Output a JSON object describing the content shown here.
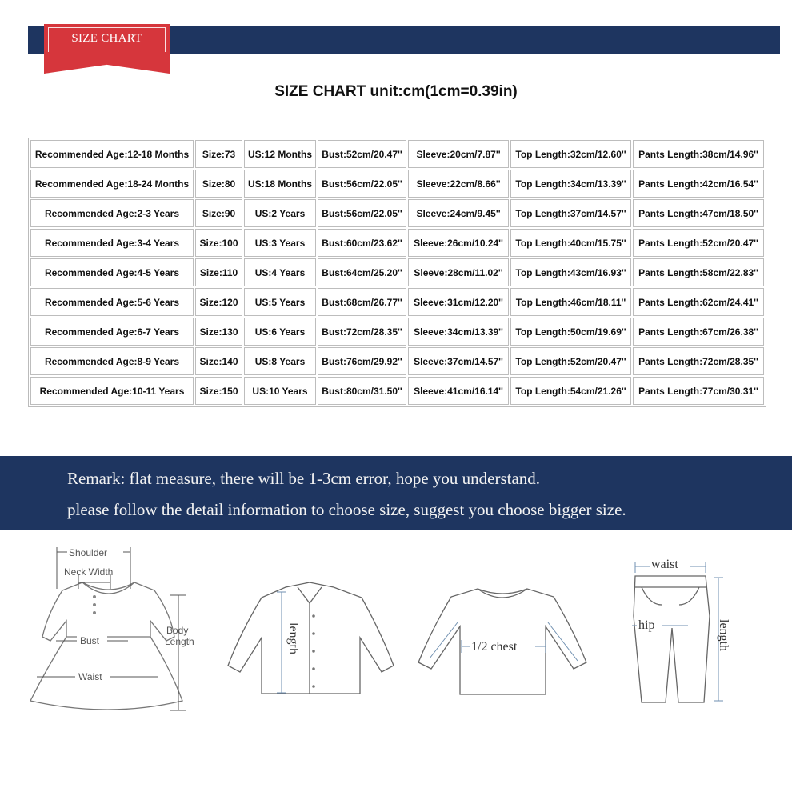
{
  "header": {
    "badge_label": "SIZE CHART",
    "title": "SIZE CHART unit:cm(1cm=0.39in)"
  },
  "table": {
    "rows": [
      [
        "Recommended Age:12-18 Months",
        "Size:73",
        "US:12 Months",
        "Bust:52cm/20.47''",
        "Sleeve:20cm/7.87''",
        "Top Length:32cm/12.60''",
        "Pants Length:38cm/14.96''"
      ],
      [
        "Recommended Age:18-24 Months",
        "Size:80",
        "US:18 Months",
        "Bust:56cm/22.05''",
        "Sleeve:22cm/8.66''",
        "Top Length:34cm/13.39''",
        "Pants Length:42cm/16.54''"
      ],
      [
        "Recommended Age:2-3 Years",
        "Size:90",
        "US:2 Years",
        "Bust:56cm/22.05''",
        "Sleeve:24cm/9.45''",
        "Top Length:37cm/14.57''",
        "Pants Length:47cm/18.50''"
      ],
      [
        "Recommended Age:3-4 Years",
        "Size:100",
        "US:3 Years",
        "Bust:60cm/23.62''",
        "Sleeve:26cm/10.24''",
        "Top Length:40cm/15.75''",
        "Pants Length:52cm/20.47''"
      ],
      [
        "Recommended Age:4-5 Years",
        "Size:110",
        "US:4 Years",
        "Bust:64cm/25.20''",
        "Sleeve:28cm/11.02''",
        "Top Length:43cm/16.93''",
        "Pants Length:58cm/22.83''"
      ],
      [
        "Recommended Age:5-6 Years",
        "Size:120",
        "US:5 Years",
        "Bust:68cm/26.77''",
        "Sleeve:31cm/12.20''",
        "Top Length:46cm/18.11''",
        "Pants Length:62cm/24.41''"
      ],
      [
        "Recommended Age:6-7 Years",
        "Size:130",
        "US:6 Years",
        "Bust:72cm/28.35''",
        "Sleeve:34cm/13.39''",
        "Top Length:50cm/19.69''",
        "Pants Length:67cm/26.38''"
      ],
      [
        "Recommended Age:8-9 Years",
        "Size:140",
        "US:8 Years",
        "Bust:76cm/29.92''",
        "Sleeve:37cm/14.57''",
        "Top Length:52cm/20.47''",
        "Pants Length:72cm/28.35''"
      ],
      [
        "Recommended Age:10-11 Years",
        "Size:150",
        "US:10 Years",
        "Bust:80cm/31.50''",
        "Sleeve:41cm/16.14''",
        "Top Length:54cm/21.26''",
        "Pants Length:77cm/30.31''"
      ]
    ]
  },
  "remark": {
    "line1": "Remark: flat measure, there will be 1-3cm error, hope you understand.",
    "line2": "please follow the detail information to choose size, suggest you choose bigger size."
  },
  "diagrams": {
    "dress": {
      "shoulder": "Shoulder",
      "neck_width": "Neck Width",
      "bust": "Bust",
      "waist": "Waist",
      "body_length_1": "Body",
      "body_length_2": "Length"
    },
    "shirt": {
      "length": "length"
    },
    "sweater": {
      "half_chest": "1/2 chest"
    },
    "pants": {
      "waist": "waist",
      "hip": "hip",
      "length": "length"
    }
  },
  "colors": {
    "navy": "#1e3560",
    "badge_red": "#d6363c",
    "measure_blue": "#6f8fb0"
  }
}
